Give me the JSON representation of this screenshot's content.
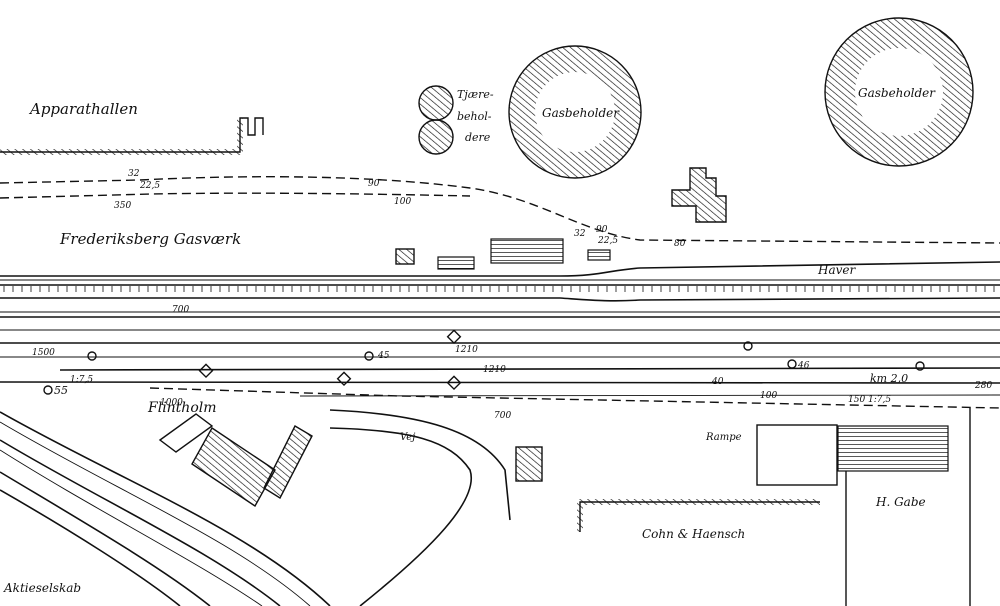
{
  "labels": {
    "apparathallen": "Apparathallen",
    "frederiksberg": "Frederiksberg Gasværk",
    "taere1": "Tjære-",
    "taere2": "behol-",
    "taere3": "dere",
    "gasbeholder_left": "Gasbeholder",
    "gasbeholder_right": "Gasbeholder",
    "haver": "Haver",
    "flintholm": "Flintholm",
    "vej": "Vej",
    "rampe": "Rampe",
    "h_gabe": "H. Gabe",
    "cohn": "Cohn & Haensch",
    "aktieselskab": "Aktieselskab",
    "km": "km 2,0"
  },
  "numbers": {
    "n32": "32",
    "n225a": "22,5",
    "n350": "350",
    "n90a": "90",
    "n100a": "100",
    "n32b": "32",
    "n90b": "90",
    "n225b": "22,5",
    "n80": "80",
    "n700": "700",
    "n1500": "1500",
    "n45": "45",
    "n1210a": "1210",
    "n1210b": "1210",
    "n46": "46",
    "n55": "55",
    "n175a": "1:7,5",
    "n175b": "1:7,5",
    "n1000": "1000",
    "n700b": "700",
    "n280": "280",
    "n40": "40",
    "n100b": "100",
    "n150": "150"
  },
  "colors": {
    "ink": "#111111",
    "paper": "#ffffff"
  }
}
